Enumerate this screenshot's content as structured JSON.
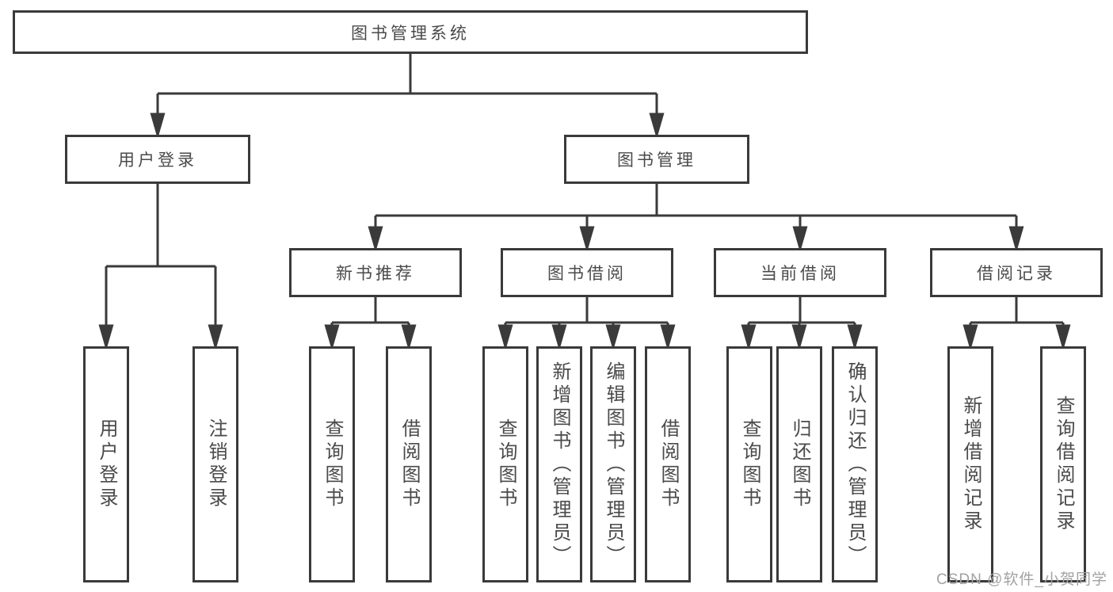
{
  "colors": {
    "line": "#3a3a3a",
    "box_border": "#3a3a3a",
    "box_bg": "#ffffff",
    "text": "#4a4a4a",
    "watermark": "#a2a2a2",
    "background": "#ffffff"
  },
  "root": {
    "label": "图书管理系统"
  },
  "level2": [
    {
      "label": "用户登录"
    },
    {
      "label": "图书管理"
    }
  ],
  "level3": [
    {
      "label": "新书推荐"
    },
    {
      "label": "图书借阅"
    },
    {
      "label": "当前借阅"
    },
    {
      "label": "借阅记录"
    }
  ],
  "leaves": {
    "user": [
      {
        "label": "用户登录"
      },
      {
        "label": "注销登录"
      }
    ],
    "newbook": [
      {
        "label": "查询图书"
      },
      {
        "label": "借阅图书"
      }
    ],
    "borrow": [
      {
        "label": "查询图书"
      },
      {
        "label": "新增图书（管理员）"
      },
      {
        "label": "编辑图书（管理员）"
      },
      {
        "label": "借阅图书"
      }
    ],
    "current": [
      {
        "label": "查询图书"
      },
      {
        "label": "归还图书"
      },
      {
        "label": "确认归还（管理员）"
      }
    ],
    "records": [
      {
        "label": "新增借阅记录"
      },
      {
        "label": "查询借阅记录"
      }
    ]
  },
  "watermark": {
    "text": "CSDN @软件_小贺同学"
  }
}
